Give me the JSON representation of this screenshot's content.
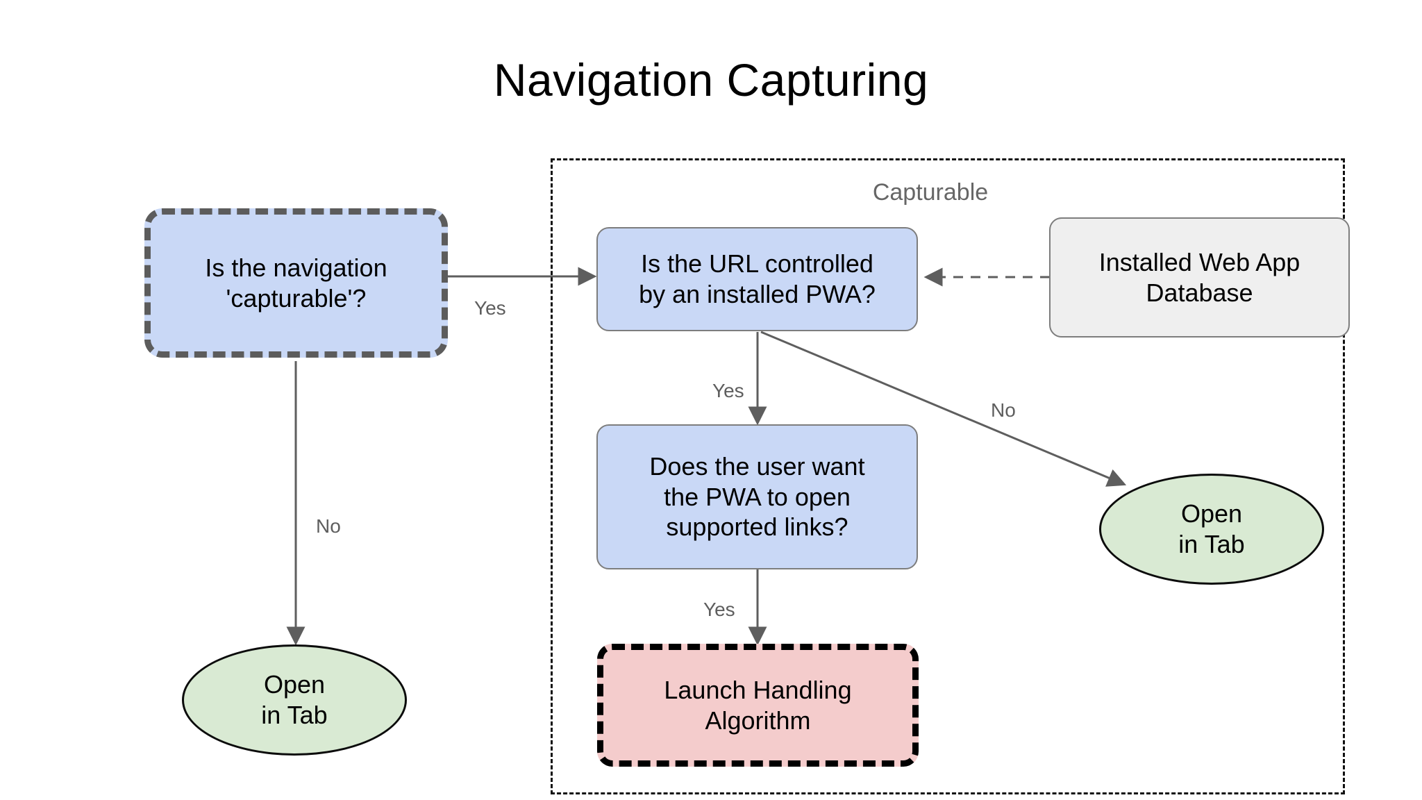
{
  "page": {
    "title": "Navigation Capturing",
    "background": "#ffffff"
  },
  "colors": {
    "node_blue_fill": "#c9d8f6",
    "node_green_fill": "#d9ead3",
    "node_pink_fill": "#f4cccc",
    "node_gray_fill": "#efefef",
    "border_gray": "#7d7d7d",
    "border_dashed_gray": "#5c5c5c",
    "border_black": "#000000",
    "edge_stroke": "#5e5e5e",
    "group_label_color": "#666666",
    "text_color": "#000000"
  },
  "group": {
    "label": "Capturable"
  },
  "nodes": {
    "is_capturable": {
      "label": "Is the navigation\n'capturable'?"
    },
    "url_controlled": {
      "label": "Is the URL controlled\nby an installed PWA?"
    },
    "web_app_db": {
      "label": "Installed Web App\nDatabase"
    },
    "user_want_pwa": {
      "label": "Does the user want\nthe PWA to open\nsupported links?"
    },
    "launch_handling": {
      "label": "Launch Handling\nAlgorithm"
    },
    "open_in_tab_left": {
      "label": "Open\nin Tab"
    },
    "open_in_tab_right": {
      "label": "Open\nin Tab"
    }
  },
  "edges": [
    {
      "id": "capturable-yes",
      "label": "Yes",
      "from": "is_capturable",
      "to": "url_controlled",
      "style": "solid"
    },
    {
      "id": "capturable-no",
      "label": "No",
      "from": "is_capturable",
      "to": "open_in_tab_left",
      "style": "solid"
    },
    {
      "id": "url-yes",
      "label": "Yes",
      "from": "url_controlled",
      "to": "user_want_pwa",
      "style": "solid"
    },
    {
      "id": "url-no",
      "label": "No",
      "from": "url_controlled",
      "to": "open_in_tab_right",
      "style": "solid"
    },
    {
      "id": "user-yes",
      "label": "Yes",
      "from": "user_want_pwa",
      "to": "launch_handling",
      "style": "solid"
    },
    {
      "id": "db-ref",
      "label": "",
      "from": "web_app_db",
      "to": "url_controlled",
      "style": "dashed"
    }
  ]
}
